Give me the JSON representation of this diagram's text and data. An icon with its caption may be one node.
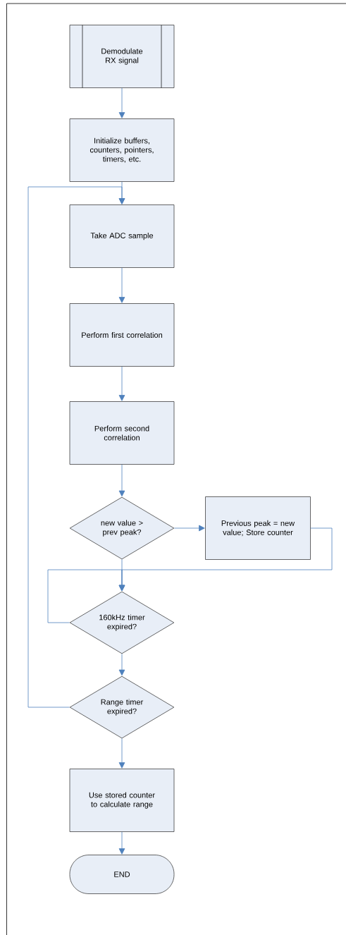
{
  "diagram": {
    "nodes": [
      {
        "text": [
          "Demodulate RX signal"
        ]
      },
      {
        "text": [
          "Initialize buffers, counters, pointers, timers, etc."
        ]
      },
      {
        "text": [
          "Take ADC sample"
        ]
      },
      {
        "text": [
          "Perform first correlation"
        ]
      },
      {
        "text": [
          "Perform second correlation"
        ]
      },
      {
        "text": [
          "new value > prev peak?"
        ]
      },
      {
        "text": [
          "Previous peak = new value; Store counter"
        ]
      },
      {
        "text": [
          "160kHz timer expired?"
        ]
      },
      {
        "text": [
          "Range timer expired?"
        ]
      },
      {
        "text": [
          "Use stored counter to calculate range"
        ]
      },
      {
        "text": [
          "END"
        ]
      }
    ],
    "edges": [
      {
        "from": 0,
        "to": 1,
        "arrow": "to"
      },
      {
        "from": 1,
        "to": 2,
        "arrow": "to"
      },
      {
        "from": 2,
        "to": 3,
        "arrow": "to"
      },
      {
        "from": 3,
        "to": 4,
        "arrow": "to"
      },
      {
        "from": 4,
        "to": 5,
        "arrow": "to"
      },
      {
        "from": 5,
        "to": 6,
        "arrow": "to"
      },
      {
        "from": 5,
        "to": 7,
        "arrow": "to"
      },
      {
        "from": 6,
        "to": 7,
        "arrow": "to"
      },
      {
        "from": 7,
        "to": 7,
        "arrow": "to"
      },
      {
        "from": 7,
        "to": 8,
        "arrow": "to"
      },
      {
        "from": 8,
        "to": 2,
        "arrow": "to"
      },
      {
        "from": 8,
        "to": 9,
        "arrow": "to"
      },
      {
        "from": 9,
        "to": 10,
        "arrow": "to"
      }
    ]
  }
}
